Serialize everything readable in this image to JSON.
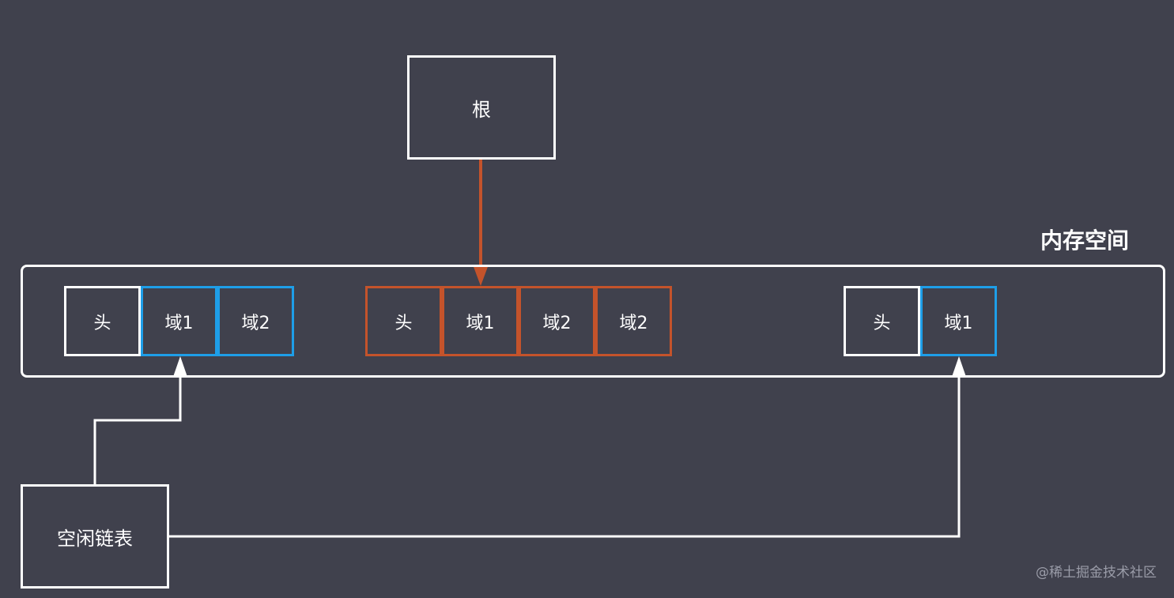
{
  "diagram": {
    "root_label": "根",
    "memory_label": "内存空间",
    "free_list_label": "空闲链表",
    "blocks": [
      {
        "cells": [
          {
            "label": "头",
            "kind": "white"
          },
          {
            "label": "域1",
            "kind": "blue"
          },
          {
            "label": "域2",
            "kind": "blue"
          }
        ]
      },
      {
        "cells": [
          {
            "label": "头",
            "kind": "orange"
          },
          {
            "label": "域1",
            "kind": "orange"
          },
          {
            "label": "域2",
            "kind": "orange"
          },
          {
            "label": "域2",
            "kind": "orange"
          }
        ]
      },
      {
        "cells": [
          {
            "label": "头",
            "kind": "white"
          },
          {
            "label": "域1",
            "kind": "blue"
          }
        ]
      }
    ],
    "colors": {
      "background": "#40414d",
      "outline": "#ffffff",
      "free_chunk": "#1e9ee8",
      "reachable_object": "#c4532b"
    }
  },
  "watermark": "@稀土掘金技术社区"
}
